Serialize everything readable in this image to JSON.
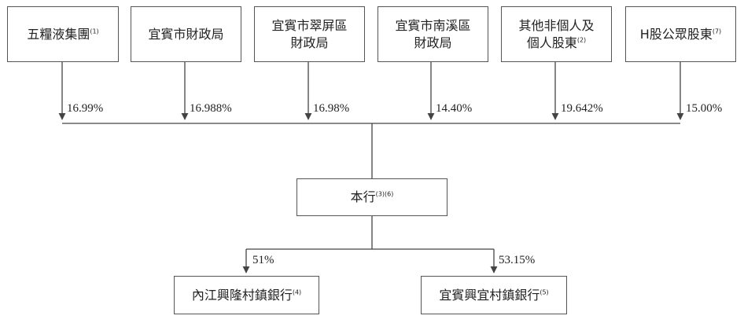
{
  "shareholders": [
    {
      "line1": "五糧液集團",
      "line2": "",
      "note": "(1)",
      "pct": "16.99%"
    },
    {
      "line1": "宜賓市財政局",
      "line2": "",
      "note": "",
      "pct": "16.988%"
    },
    {
      "line1": "宜賓市翠屏區",
      "line2": "財政局",
      "note": "",
      "pct": "16.98%"
    },
    {
      "line1": "宜賓市南溪區",
      "line2": "財政局",
      "note": "",
      "pct": "14.40%"
    },
    {
      "line1": "其他非個人及",
      "line2": "個人股東",
      "note": "(2)",
      "pct": "19.642%"
    },
    {
      "line1": "H股公眾股東",
      "line2": "",
      "note": "(7)",
      "pct": "15.00%"
    }
  ],
  "bank": {
    "label": "本行",
    "note": "(3)(6)"
  },
  "subsidiaries": [
    {
      "label": "內江興隆村鎮銀行",
      "note": "(4)",
      "pct": "51%"
    },
    {
      "label": "宜賓興宜村鎮銀行",
      "note": "(5)",
      "pct": "53.15%"
    }
  ],
  "colors": {
    "line": "#444444",
    "border": "#555555"
  }
}
